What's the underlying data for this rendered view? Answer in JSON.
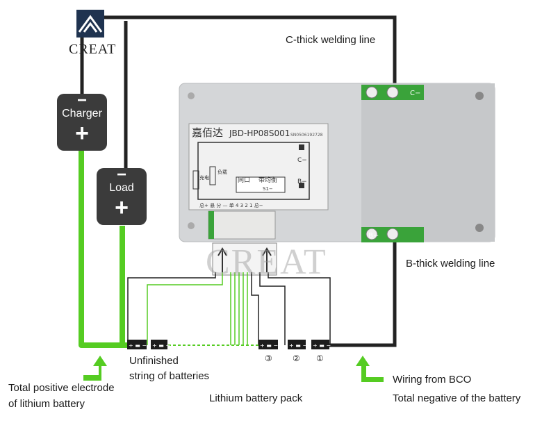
{
  "logo": {
    "text": "CREAT"
  },
  "watermark": {
    "text": "CREAT"
  },
  "charger": {
    "label": "Charger",
    "minus": "−",
    "plus": "+"
  },
  "load": {
    "label": "Load",
    "minus": "−",
    "plus": "+"
  },
  "board": {
    "brand": "嘉佰达",
    "model": "JBD-HP08S001",
    "serial": "SN0506192728",
    "pad_c": "C−",
    "pad_b": "B−",
    "silk_c": "C−",
    "silk_b": "B−",
    "silk_tongkou": "同口",
    "silk_balance": "带均衡",
    "silk_s1": "S1−",
    "silk_charge": "充电",
    "silk_load": "负载",
    "silk_bottom": "总+ 悬 分 — 单 4 3 2 1 总−"
  },
  "labels": {
    "c_line": "C-thick welding line",
    "b_line": "B-thick welding line",
    "unfinished_1": "Unfinished",
    "unfinished_2": "string of batteries",
    "total_pos_1": "Total positive electrode",
    "total_pos_2": "of lithium battery",
    "pack": "Lithium battery pack",
    "bco": "Wiring from BCO",
    "total_neg": "Total negative of the battery"
  },
  "cells": {
    "n3": "③",
    "n2": "②",
    "n1": "①",
    "cell_sign": "+ ▬ −"
  },
  "colors": {
    "wire_green": "#55cc22",
    "wire_dark": "#222222",
    "box": "#3b3b3b"
  }
}
